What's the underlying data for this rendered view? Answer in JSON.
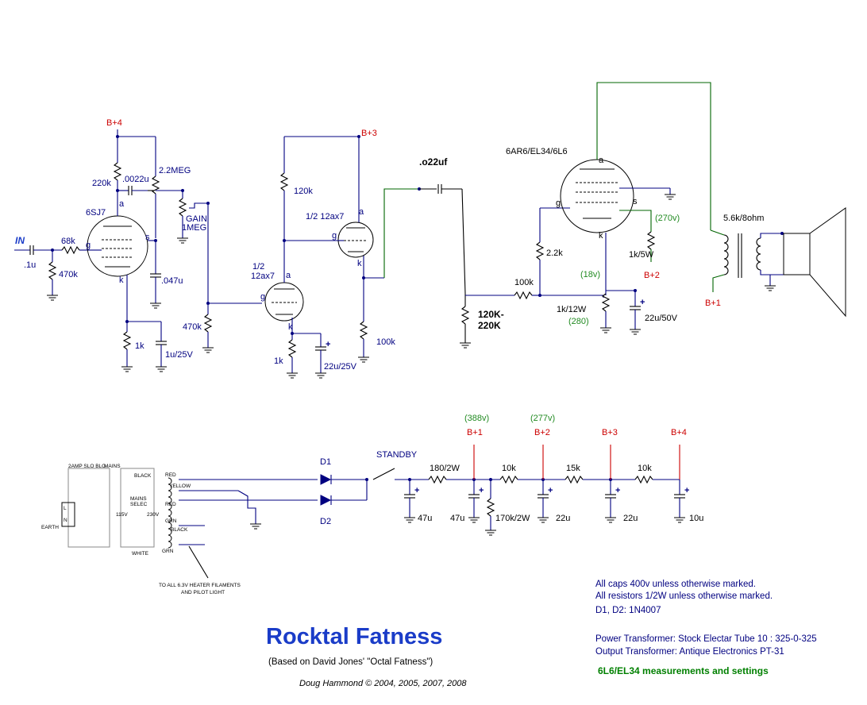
{
  "labels": {
    "in": "IN",
    "c_in": ".1u",
    "r_grid_stop": "68k",
    "r_in_grid": "470k",
    "tube_v1": "6SJ7",
    "b4_top": "B+4",
    "r_220k": "220k",
    "c_0022": ".0022u",
    "r_22meg": "2.2MEG",
    "pot_gain_1": "GAIN",
    "pot_gain_2": "1MEG",
    "c_047": ".047u",
    "r_1k_v1": "1k",
    "c_1u": "1u/25V",
    "r_470k_v2": "470k",
    "tube_v2a_1": "1/2",
    "tube_v2a_2": "12ax7",
    "r_1k_v2": "1k",
    "c_22u25": "22u/25V",
    "b3_top": "B+3",
    "r_120k": "120k",
    "tube_v2b": "1/2  12ax7",
    "r_100k_v2": "100k",
    "c_022": ".o22uf",
    "r_120_220_1": "120K-",
    "r_120_220_2": "220K",
    "r_100k_grid": "100k",
    "r_22k": "2.2k",
    "tube_power": "6AR6/EL34/6L6",
    "pot_1k12": "1k/12W",
    "v_280": "(280)",
    "v_18": "(18v)",
    "c_22u50": "22u/50V",
    "v_270": "(270v)",
    "r_1k5w": "1k/5W",
    "b2_top": "B+2",
    "ot_label": "5.6k/8ohm",
    "b1_top": "B+1",
    "pin_g": "g",
    "pin_k": "k",
    "pin_a": "a",
    "pin_s": "s"
  },
  "power_supply": {
    "fuse": "2AMP SLO BLO",
    "mains": "MAINS",
    "mains_selec_1": "MAINS",
    "mains_selec_2": "SELEC",
    "v115": "115V",
    "v230": "230V",
    "term_l": "L",
    "term_n": "N",
    "earth": "EARTH",
    "black": "BLACK",
    "white": "WHITE",
    "red": "RED",
    "yellow": "YELLOW",
    "red2": "RED",
    "grn": "GRN",
    "black2": "BLACK",
    "grn2": "GRN",
    "heater_1": "TO ALL 6.3V HEATER FILAMENTS",
    "heater_2": "AND PILOT LIGHT",
    "d1": "D1",
    "d2": "D2",
    "standby": "STANDBY",
    "r_180": "180/2W",
    "r_10k_a": "10k",
    "r_15k": "15k",
    "r_10k_b": "10k",
    "r_170k": "170k/2W",
    "c1": "47u",
    "c2": "47u",
    "c3": "22u",
    "c4": "22u",
    "c5": "10u",
    "v388": "(388v)",
    "v277": "(277v)",
    "b1": "B+1",
    "b2": "B+2",
    "b3": "B+3",
    "b4": "B+4"
  },
  "notes": {
    "caps": "All caps 400v unless otherwise marked.",
    "resistors": "All resistors 1/2W unless otherwise marked.",
    "diodes": "D1, D2: 1N4007",
    "pt": "Power Transformer: Stock Electar Tube 10 : 325-0-325",
    "ot": "Output Transformer: Antique Electronics  PT-31",
    "measure": "6L6/EL34 measurements and settings"
  },
  "title": {
    "main": "Rocktal  Fatness",
    "subtitle": "(Based on David Jones' \"Octal Fatness\")",
    "author": "Doug Hammond © 2004, 2005, 2007, 2008"
  }
}
